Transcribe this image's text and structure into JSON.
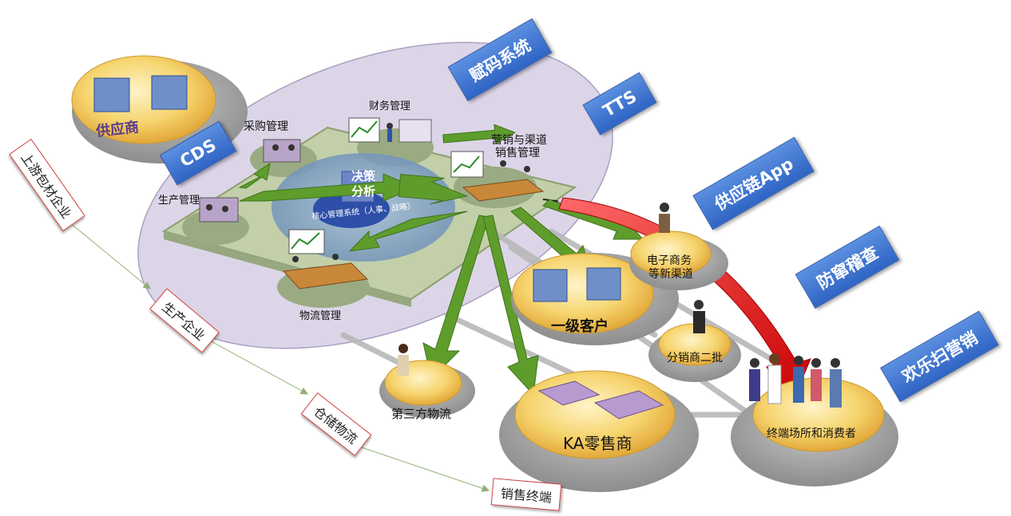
{
  "tags": {
    "fuma": "赋码系统",
    "tts": "TTS",
    "cds": "CDS",
    "app": "供应链App",
    "fangcuan": "防窜稽查",
    "huanle": "欢乐扫营销"
  },
  "chain": {
    "upstream": "上游包材企业",
    "producer": "生产企业",
    "warehouse": "仓储物流",
    "terminal": "销售终端"
  },
  "modules": {
    "finance": "财务管理",
    "purchase": "采购管理",
    "marketing_1": "营销与渠道",
    "marketing_2": "销售管理",
    "production": "生产管理",
    "decision_1": "决策",
    "decision_2": "分析",
    "core": "核心管理系统（人事、战略）",
    "logistics": "物流管理"
  },
  "nodes": {
    "supplier": "供应商",
    "ecommerce_1": "电子商务",
    "ecommerce_2": "等新渠道",
    "tier1": "一级客户",
    "distributor": "分销商二批",
    "third_party": "第三方物流",
    "ka_retail": "KA零售商",
    "end_consumer": "终端场所和消费者"
  },
  "colors": {
    "platform": "#c7d3b2",
    "oval": "#d9d2e6",
    "node_gold": "#f2c95a",
    "arrow_green": "#5b9a2a",
    "arrow_red": "#e02020",
    "tag_blue": "#3a73d0"
  }
}
